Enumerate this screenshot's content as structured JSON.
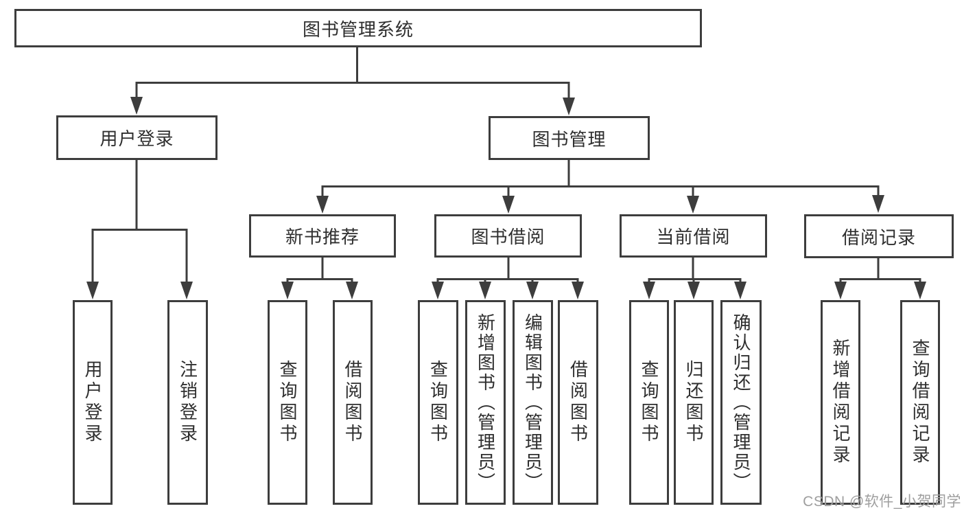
{
  "diagram": {
    "root": {
      "label": "图书管理系统",
      "children": [
        {
          "label": "用户登录",
          "children": [
            {
              "label": "用户登录"
            },
            {
              "label": "注销登录"
            }
          ]
        },
        {
          "label": "图书管理",
          "children": [
            {
              "label": "新书推荐",
              "children": [
                {
                  "label": "查询图书"
                },
                {
                  "label": "借阅图书"
                }
              ]
            },
            {
              "label": "图书借阅",
              "children": [
                {
                  "label": "查询图书"
                },
                {
                  "label": "新增图书（管理员）"
                },
                {
                  "label": "编辑图书（管理员）"
                },
                {
                  "label": "借阅图书"
                }
              ]
            },
            {
              "label": "当前借阅",
              "children": [
                {
                  "label": "查询图书"
                },
                {
                  "label": "归还图书"
                },
                {
                  "label": "确认归还（管理员）"
                }
              ]
            },
            {
              "label": "借阅记录",
              "children": [
                {
                  "label": "新增借阅记录"
                },
                {
                  "label": "查询借阅记录"
                }
              ]
            }
          ]
        }
      ]
    }
  },
  "watermark": {
    "text": "CSDN @软件_小贺同学"
  },
  "colors": {
    "line": "#3d3d3d",
    "text": "#2e2e2e",
    "watermark": "#9e9e9e",
    "background": "#ffffff"
  }
}
